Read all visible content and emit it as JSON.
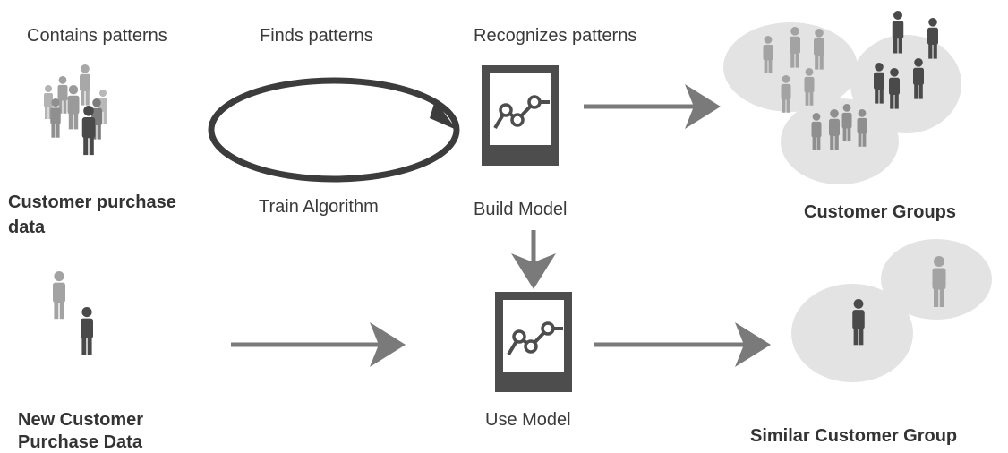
{
  "top_labels": {
    "contains": "Contains patterns",
    "finds": "Finds patterns",
    "recognizes": "Recognizes patterns"
  },
  "left_labels": {
    "customer_purchase_data_line1": "Customer purchase",
    "customer_purchase_data_line2": "data",
    "new_customer_line1": "New Customer",
    "new_customer_line2": "Purchase Data"
  },
  "middle_labels": {
    "train_algorithm": "Train Algorithm",
    "build_model": "Build Model",
    "use_model": "Use Model"
  },
  "right_labels": {
    "customer_groups": "Customer Groups",
    "similar_customer_group": "Similar Customer Group"
  },
  "colors": {
    "dark_person": "#4a4a4a",
    "light_person": "#a8a8a8",
    "group_fill": "#e3e3e3",
    "arrow": "#7a7a7a",
    "model_frame": "#4d4d4d",
    "ring": "#3c3c3c"
  },
  "icons": {
    "model": "model-chart-icon",
    "person": "person-icon",
    "cycle": "cycle-loop-icon"
  }
}
